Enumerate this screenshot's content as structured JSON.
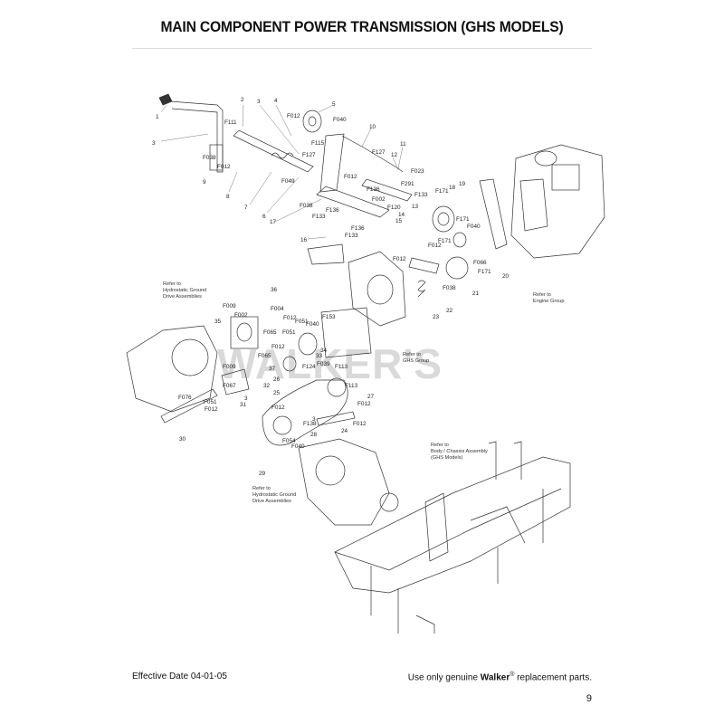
{
  "page": {
    "title": "MAIN COMPONENT POWER TRANSMISSION (GHS MODELS)",
    "effective_date": "Effective Date 04-01-05",
    "footer_prefix": "Use only genuine",
    "footer_brand": "Walker",
    "footer_reg": "®",
    "footer_suffix": "replacement parts.",
    "page_number": "9",
    "watermark": "WALKER'S"
  },
  "notes": {
    "hydro_top_1": "Refer to",
    "hydro_top_2": "Hydrostatic Ground",
    "hydro_top_3": "Drive Assemblies",
    "engine_1": "Refer to",
    "engine_2": "Engine Group",
    "ghs_1": "Refer to",
    "ghs_2": "GHS Group",
    "body_1": "Refer to",
    "body_2": "Body / Chassis Assembly",
    "body_3": "(GHS Models)",
    "hydro_bot_1": "Refer to",
    "hydro_bot_2": "Hydrostatic Ground",
    "hydro_bot_3": "Drive Assemblies"
  },
  "callouts": [
    {
      "id": "c1",
      "text": "1"
    },
    {
      "id": "c2",
      "text": "2"
    },
    {
      "id": "c3",
      "text": "3"
    },
    {
      "id": "c3b",
      "text": "3"
    },
    {
      "id": "c4",
      "text": "4"
    },
    {
      "id": "c5",
      "text": "5"
    },
    {
      "id": "c6",
      "text": "6"
    },
    {
      "id": "c7",
      "text": "7"
    },
    {
      "id": "c8",
      "text": "8"
    },
    {
      "id": "c9",
      "text": "9"
    },
    {
      "id": "c10",
      "text": "10"
    },
    {
      "id": "c11",
      "text": "11"
    },
    {
      "id": "c12",
      "text": "12"
    },
    {
      "id": "c13",
      "text": "13"
    },
    {
      "id": "c14",
      "text": "14"
    },
    {
      "id": "c15",
      "text": "15"
    },
    {
      "id": "c16",
      "text": "16"
    },
    {
      "id": "c17",
      "text": "17"
    },
    {
      "id": "c18",
      "text": "18"
    },
    {
      "id": "c19",
      "text": "19"
    },
    {
      "id": "c20",
      "text": "20"
    },
    {
      "id": "c21",
      "text": "21"
    },
    {
      "id": "c22",
      "text": "22"
    },
    {
      "id": "c23",
      "text": "23"
    },
    {
      "id": "c24",
      "text": "24"
    },
    {
      "id": "c25",
      "text": "25"
    },
    {
      "id": "c26",
      "text": "26"
    },
    {
      "id": "c27",
      "text": "27"
    },
    {
      "id": "c28",
      "text": "28"
    },
    {
      "id": "c29",
      "text": "29"
    },
    {
      "id": "c30",
      "text": "30"
    },
    {
      "id": "c31",
      "text": "31"
    },
    {
      "id": "c32",
      "text": "32"
    },
    {
      "id": "c33",
      "text": "33"
    },
    {
      "id": "c34",
      "text": "34"
    },
    {
      "id": "c35",
      "text": "35"
    },
    {
      "id": "c36",
      "text": "36"
    },
    {
      "id": "c37",
      "text": "37"
    },
    {
      "id": "c3c",
      "text": "3"
    },
    {
      "id": "c3d",
      "text": "3"
    },
    {
      "id": "f111",
      "text": "F111"
    },
    {
      "id": "f038a",
      "text": "F038"
    },
    {
      "id": "f012a",
      "text": "F012"
    },
    {
      "id": "f012b",
      "text": "F012"
    },
    {
      "id": "f040a",
      "text": "F040"
    },
    {
      "id": "f115",
      "text": "F115"
    },
    {
      "id": "f127a",
      "text": "F127"
    },
    {
      "id": "f127b",
      "text": "F127"
    },
    {
      "id": "f049",
      "text": "F049"
    },
    {
      "id": "f012c",
      "text": "F012"
    },
    {
      "id": "f038b",
      "text": "F038"
    },
    {
      "id": "f133a",
      "text": "F133"
    },
    {
      "id": "f136a",
      "text": "F136"
    },
    {
      "id": "f136b",
      "text": "F136"
    },
    {
      "id": "f133b",
      "text": "F133"
    },
    {
      "id": "f136c",
      "text": "F136"
    },
    {
      "id": "f002",
      "text": "F002"
    },
    {
      "id": "f120",
      "text": "F120"
    },
    {
      "id": "f023",
      "text": "F023"
    },
    {
      "id": "f291",
      "text": "F291"
    },
    {
      "id": "f133c",
      "text": "F133"
    },
    {
      "id": "f171a",
      "text": "F171"
    },
    {
      "id": "f171b",
      "text": "F171"
    },
    {
      "id": "f040b",
      "text": "F040"
    },
    {
      "id": "f171c",
      "text": "F171"
    },
    {
      "id": "f012d",
      "text": "F012"
    },
    {
      "id": "f066",
      "text": "F066"
    },
    {
      "id": "f171d",
      "text": "F171"
    },
    {
      "id": "f012e",
      "text": "F012"
    },
    {
      "id": "f038c",
      "text": "F038"
    },
    {
      "id": "f009a",
      "text": "F009"
    },
    {
      "id": "f002b",
      "text": "F002"
    },
    {
      "id": "f004",
      "text": "F004"
    },
    {
      "id": "f012f",
      "text": "F012"
    },
    {
      "id": "f051a",
      "text": "F051"
    },
    {
      "id": "f040c",
      "text": "F040"
    },
    {
      "id": "f153",
      "text": "F153"
    },
    {
      "id": "f065",
      "text": "F065"
    },
    {
      "id": "f051b",
      "text": "F051"
    },
    {
      "id": "f012g",
      "text": "F012"
    },
    {
      "id": "f065b",
      "text": "F065"
    },
    {
      "id": "f009b",
      "text": "F009"
    },
    {
      "id": "f124",
      "text": "F124"
    },
    {
      "id": "f039",
      "text": "F039"
    },
    {
      "id": "f113a",
      "text": "F113"
    },
    {
      "id": "f067",
      "text": "F067"
    },
    {
      "id": "f076",
      "text": "F076"
    },
    {
      "id": "f051c",
      "text": "F051"
    },
    {
      "id": "f012h",
      "text": "F012"
    },
    {
      "id": "f113b",
      "text": "F113"
    },
    {
      "id": "f012i",
      "text": "F012"
    },
    {
      "id": "f012j",
      "text": "F012"
    },
    {
      "id": "f138",
      "text": "F138"
    },
    {
      "id": "f054",
      "text": "F054"
    },
    {
      "id": "f040d",
      "text": "F040"
    },
    {
      "id": "f012k",
      "text": "F012"
    }
  ]
}
